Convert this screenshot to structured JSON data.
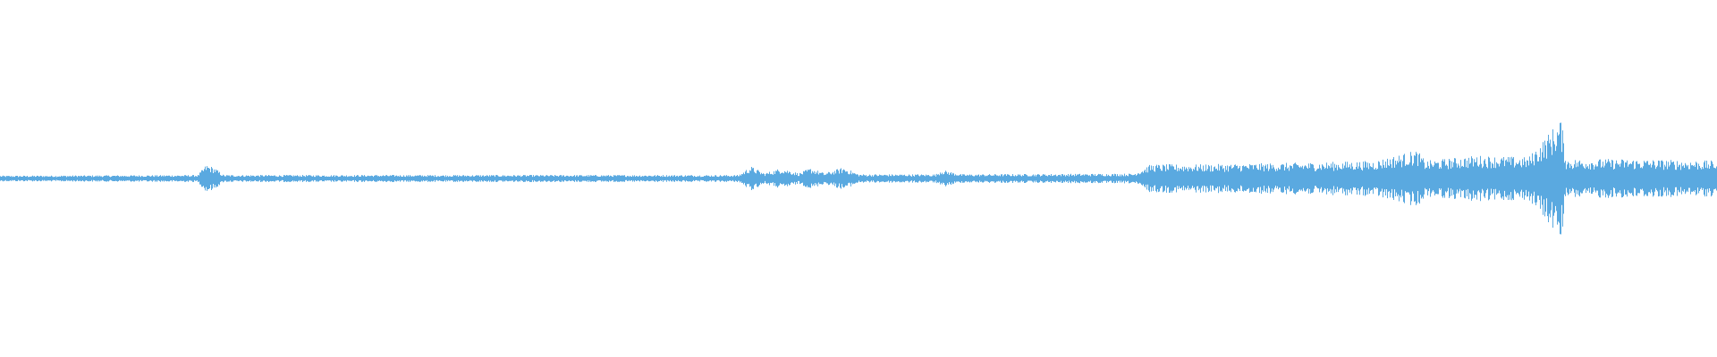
{
  "waveform": {
    "color": "#5aa9e0",
    "baseline_amplitude": 0.008,
    "envelope": [
      {
        "t": 0.0,
        "a": 0.008
      },
      {
        "t": 0.115,
        "a": 0.01
      },
      {
        "t": 0.12,
        "a": 0.04
      },
      {
        "t": 0.125,
        "a": 0.03
      },
      {
        "t": 0.13,
        "a": 0.01
      },
      {
        "t": 0.43,
        "a": 0.01
      },
      {
        "t": 0.437,
        "a": 0.035
      },
      {
        "t": 0.445,
        "a": 0.015
      },
      {
        "t": 0.455,
        "a": 0.03
      },
      {
        "t": 0.465,
        "a": 0.015
      },
      {
        "t": 0.472,
        "a": 0.03
      },
      {
        "t": 0.48,
        "a": 0.015
      },
      {
        "t": 0.491,
        "a": 0.032
      },
      {
        "t": 0.5,
        "a": 0.012
      },
      {
        "t": 0.545,
        "a": 0.012
      },
      {
        "t": 0.548,
        "a": 0.025
      },
      {
        "t": 0.56,
        "a": 0.012
      },
      {
        "t": 0.66,
        "a": 0.014
      },
      {
        "t": 0.67,
        "a": 0.04
      },
      {
        "t": 0.7,
        "a": 0.04
      },
      {
        "t": 0.76,
        "a": 0.045
      },
      {
        "t": 0.8,
        "a": 0.05
      },
      {
        "t": 0.825,
        "a": 0.08
      },
      {
        "t": 0.83,
        "a": 0.05
      },
      {
        "t": 0.86,
        "a": 0.065
      },
      {
        "t": 0.89,
        "a": 0.06
      },
      {
        "t": 0.909,
        "a": 0.17
      },
      {
        "t": 0.912,
        "a": 0.055
      },
      {
        "t": 0.95,
        "a": 0.055
      },
      {
        "t": 1.0,
        "a": 0.05
      }
    ]
  }
}
